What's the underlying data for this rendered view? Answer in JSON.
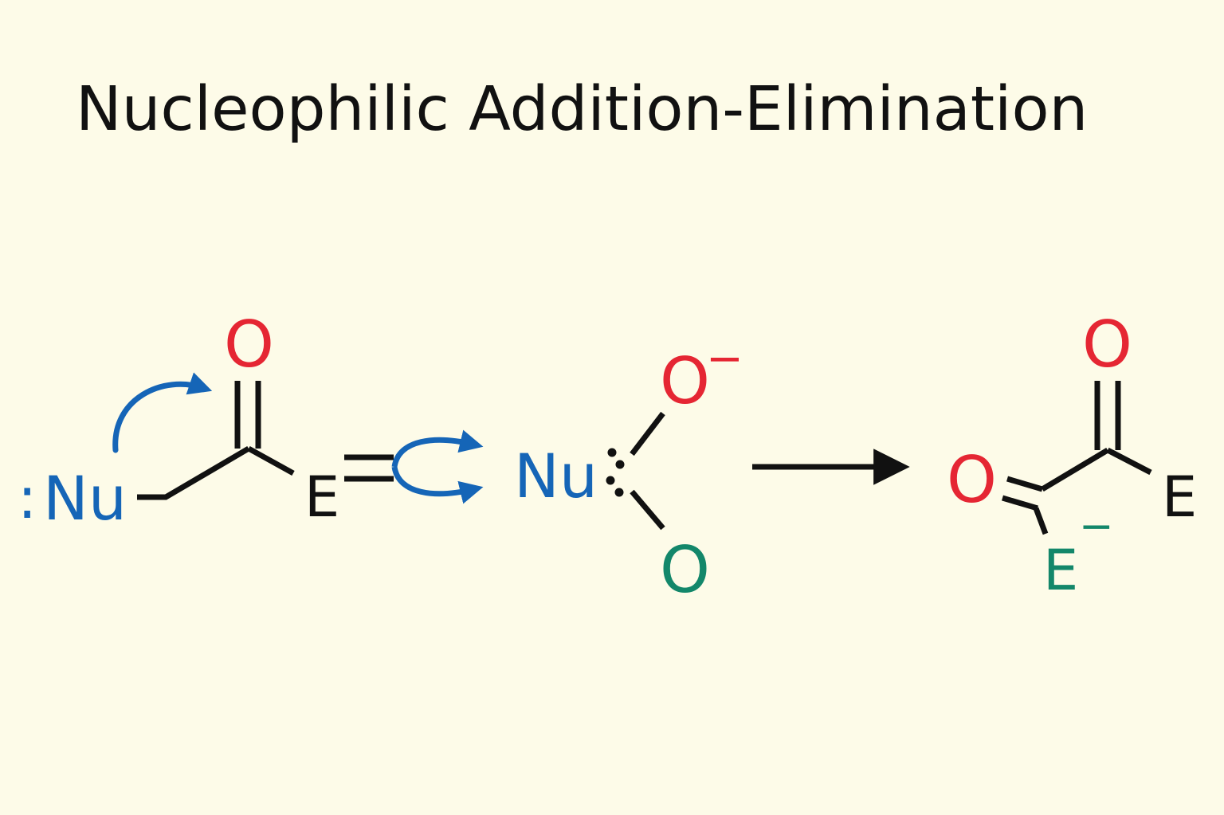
{
  "title": "Nucleophilic Addition-Elimination",
  "colors": {
    "background": "#fdfbe8",
    "text": "#111111",
    "nucleophile": "#1565b7",
    "oxygen": "#e52633",
    "leaving_group": "#13876a",
    "bond": "#111111"
  },
  "reactant": {
    "nucleophile_label": "Nu",
    "lone_pair": ":",
    "carbonyl_oxygen": "O",
    "substituent": "E"
  },
  "intermediate": {
    "nucleophile_label": "Nu",
    "oxide_label": "O",
    "oxide_charge": "−",
    "oxygen_label": "O"
  },
  "product": {
    "carbonyl_oxygen": "O",
    "oxygen_label": "O",
    "substituent": "E",
    "leaving_group_label": "E",
    "leaving_group_charge": "−"
  },
  "icons": {
    "attack_arrow": "curved-arrow-icon",
    "equilibrium_arrows": "curved-double-arrow-icon",
    "reaction_arrow": "right-arrow-icon"
  }
}
